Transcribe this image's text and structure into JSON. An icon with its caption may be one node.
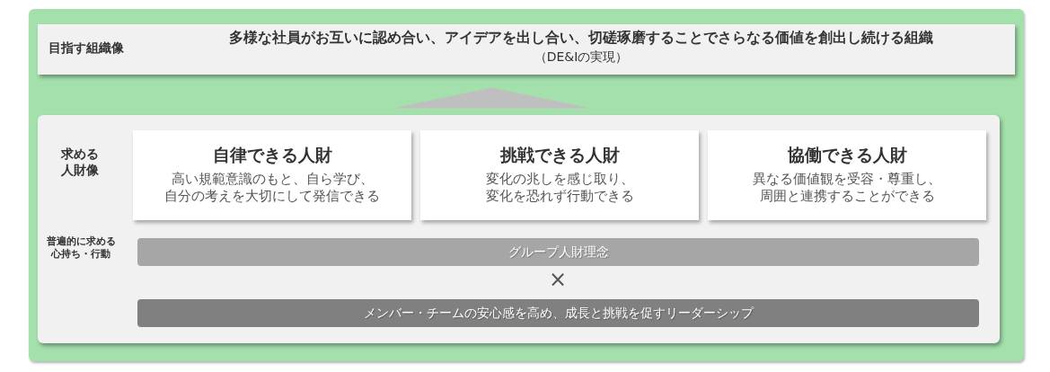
{
  "diagram": {
    "nodes": [
      {
        "text": [],
        "shape": "box"
      },
      {
        "text": [
          "目指す組織像",
          "多様な社員がお互いに認め合い、アイデアを出し合い、切磋琢磨することでさらなる価値を創出し続ける組織",
          "（DE&Iの実現）"
        ],
        "in": 0
      },
      {
        "text": [],
        "shape": "box",
        "in": 0
      },
      {
        "text": [
          "自律できる人財",
          "高い規範意識のもと、自ら学び、自分の考えを大切にして発信できる"
        ],
        "in": 2
      },
      {
        "text": [
          "挑戦できる人財",
          "変化の兆しを感じ取り、変化を恐れず行動できる"
        ],
        "in": 2
      },
      {
        "text": [
          "協働できる人財",
          "異なる価値観を受容・尊重し、周囲と連携することができる"
        ],
        "in": 2
      },
      {
        "text": [
          "グループ人財理念"
        ],
        "in": 2
      },
      {
        "text": [
          "メンバー・チームの安心感を高め、成長と挑戦を促すリーダーシップ"
        ],
        "in": 2
      }
    ],
    "edges": [
      {
        "from": 2,
        "to": 1,
        "arrow": "to"
      }
    ],
    "labels": [
      "求める人財像",
      "普遍的に求める心持ち・行動",
      "×"
    ]
  }
}
